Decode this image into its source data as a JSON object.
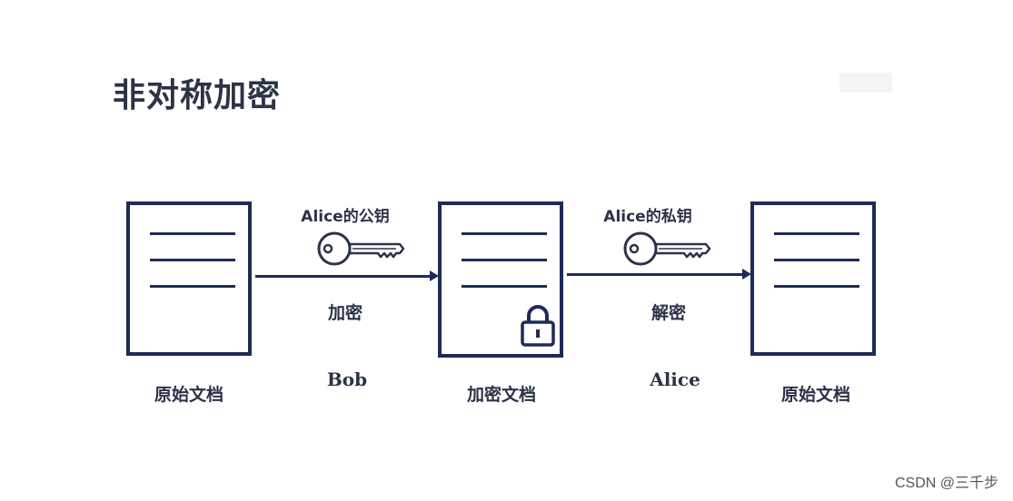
{
  "title": "非对称加密",
  "documents": {
    "left_label": "原始文档",
    "middle_label": "加密文档",
    "right_label": "原始文档"
  },
  "steps": {
    "encrypt": {
      "key_label": "Alice的公钥",
      "action": "加密",
      "actor": "Bob"
    },
    "decrypt": {
      "key_label": "Alice的私钥",
      "action": "解密",
      "actor": "Alice"
    }
  },
  "icons": [
    "key-icon",
    "lock-icon",
    "arrow-icon"
  ],
  "colors": {
    "stroke": "#1e2b58",
    "text": "#2a3347"
  },
  "footer": "CSDN @三千步"
}
